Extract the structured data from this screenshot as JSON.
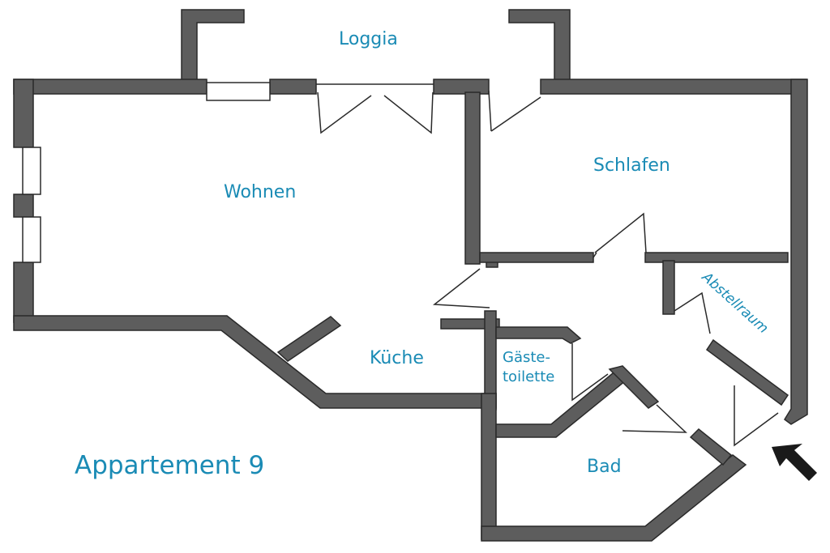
{
  "plan": {
    "title": "Appartement 9",
    "rooms": {
      "loggia": "Loggia",
      "wohnen": "Wohnen",
      "schlafen": "Schlafen",
      "kueche": "Küche",
      "gaeste_line1": "Gäste-",
      "gaeste_line2": "toilette",
      "abstellraum": "Abstellraum",
      "bad": "Bad"
    },
    "entrance_marker": "arrow-icon"
  },
  "colors": {
    "wall": "#5d5d5d",
    "wall_outline": "#2a2a2a",
    "label": "#1a8bb5",
    "window": "#ffffff",
    "background": "#ffffff"
  }
}
